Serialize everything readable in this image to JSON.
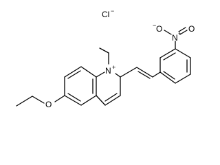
{
  "molecule": {
    "counter_ion": {
      "symbol": "Cl",
      "charge": "−"
    },
    "ring_nitrogen": {
      "symbol": "N",
      "charge": "+"
    },
    "ether_oxygen": "O",
    "nitro_group": {
      "nitrogen": "N",
      "nitrogen_charge": "+",
      "oxygen_left": "O",
      "oxygen_left_charge": "−",
      "oxygen_right": "O"
    }
  }
}
